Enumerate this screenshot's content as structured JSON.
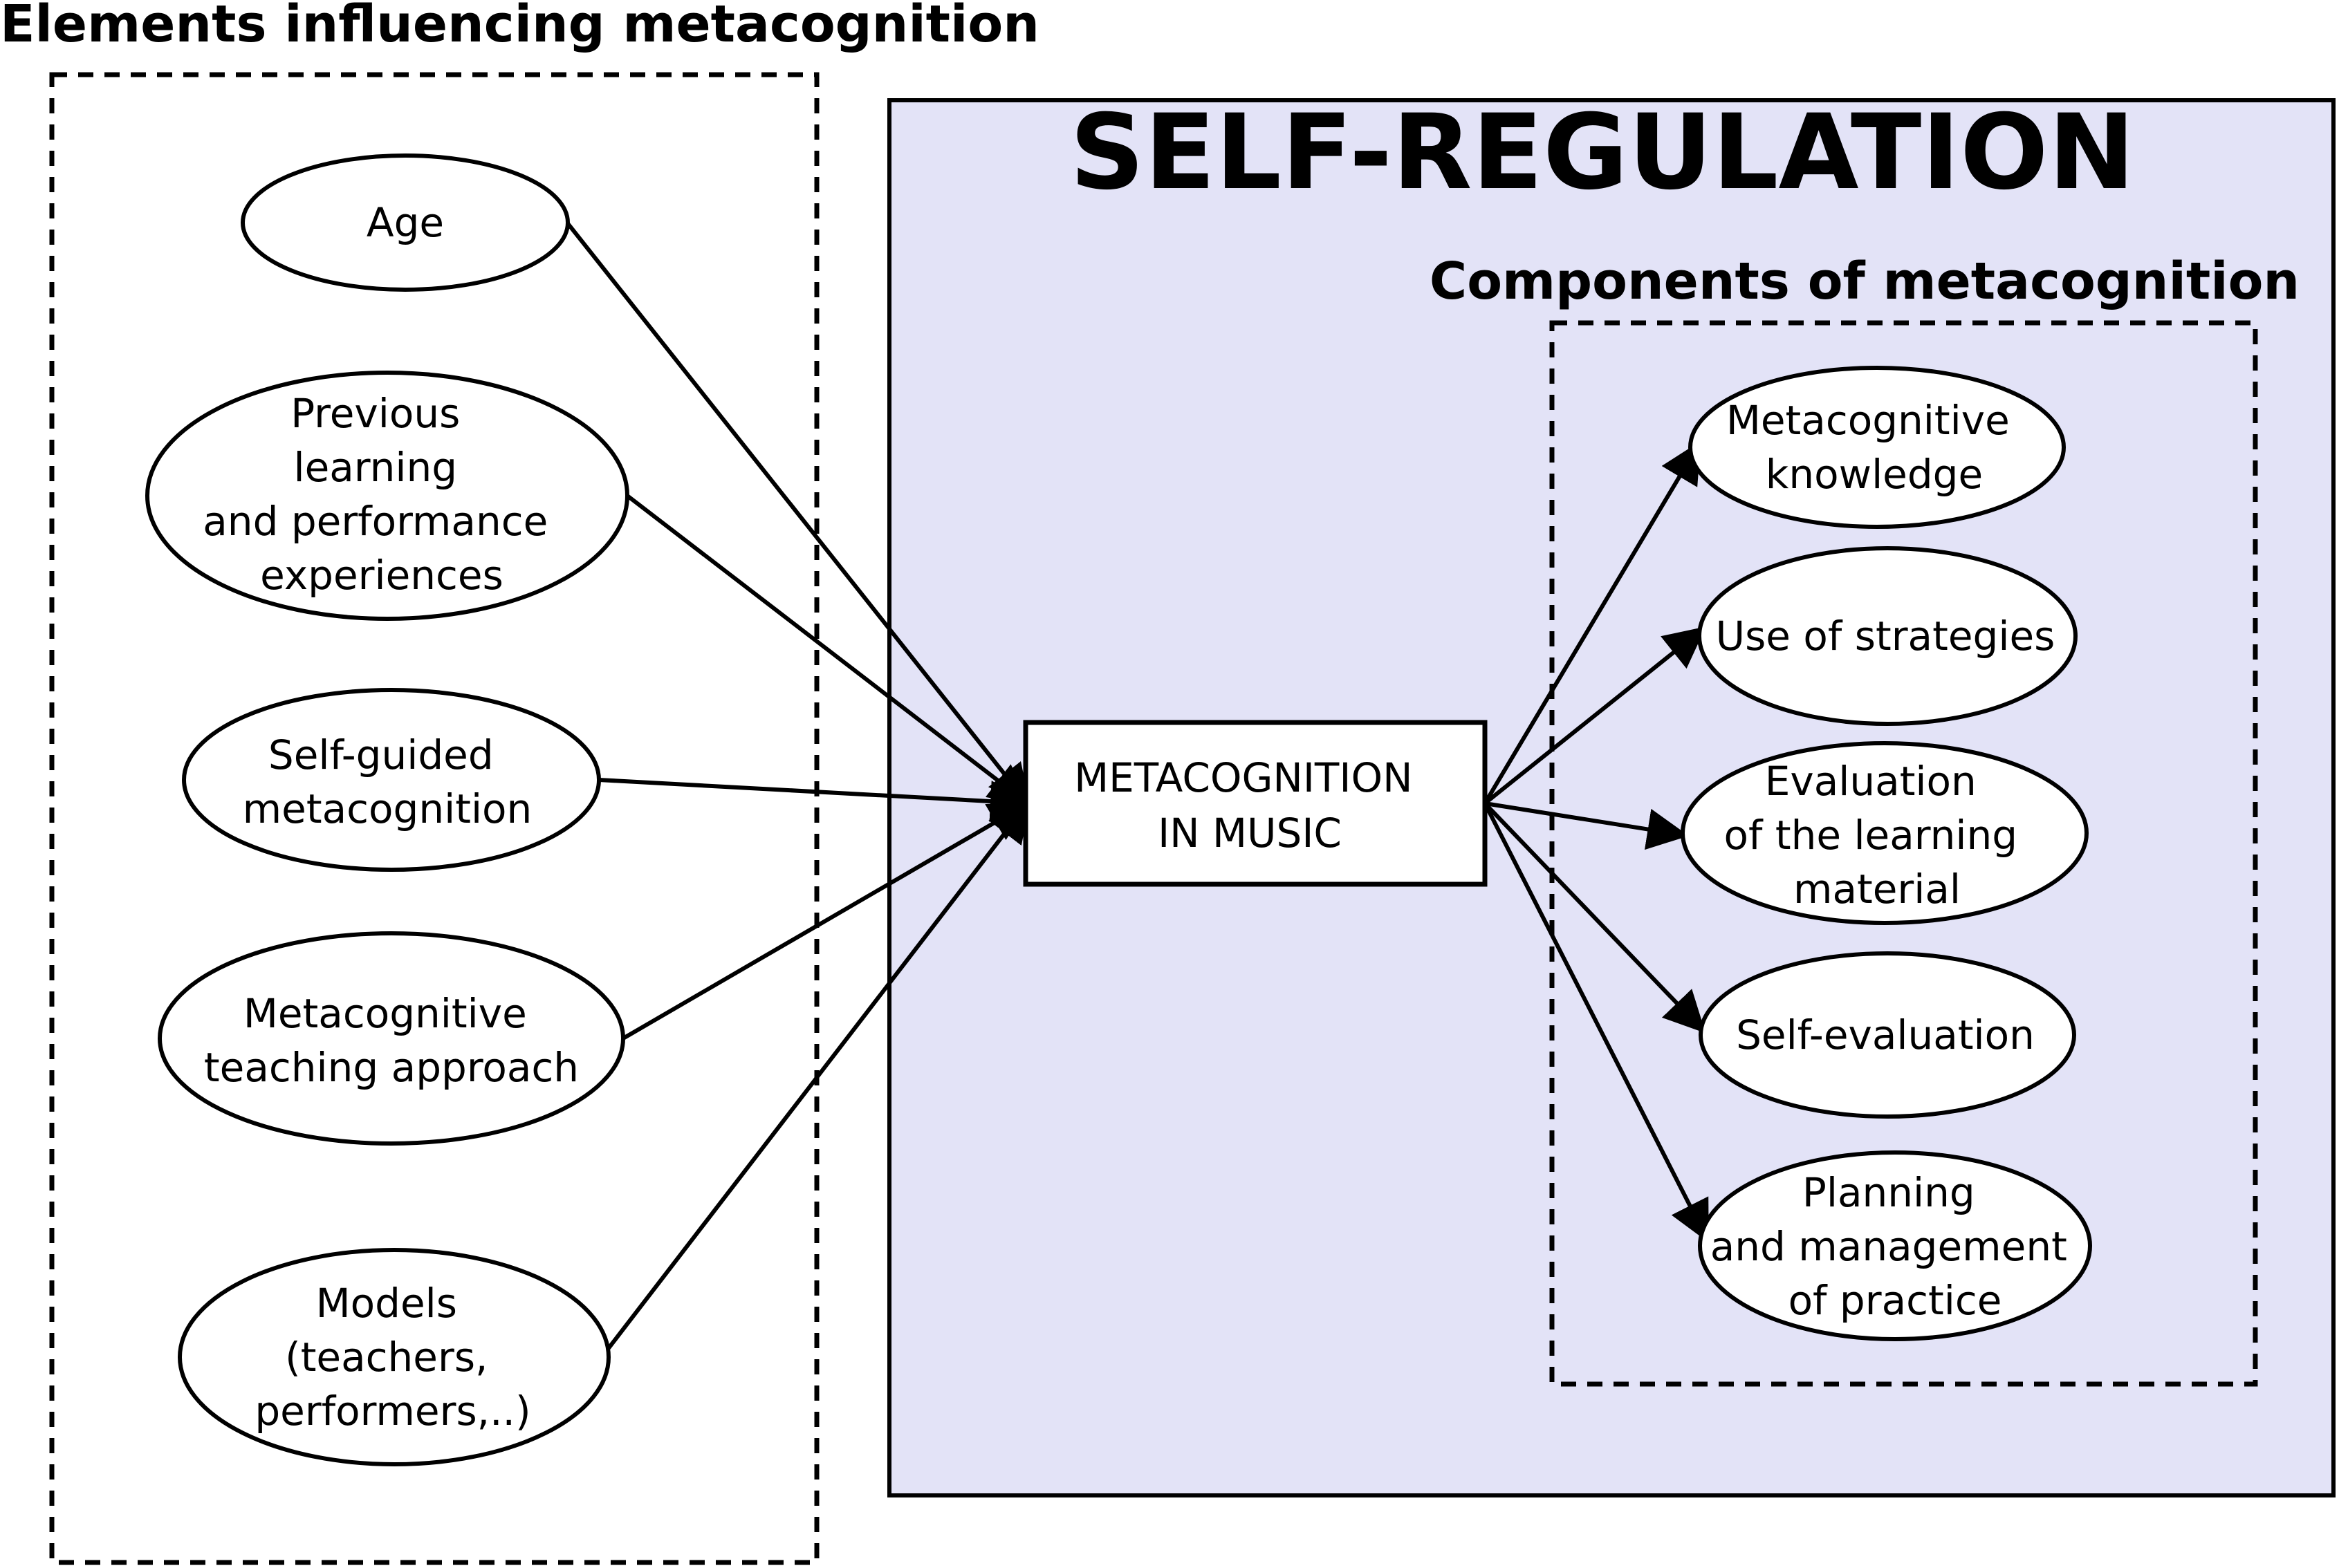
{
  "diagram": {
    "left_heading": "Elements influencing metacognition",
    "main_title": "SELF-REGULATION",
    "right_heading": "Components of metacognition",
    "region_fill": "#e3e3f7",
    "center": {
      "lines": [
        "METACOGNITION",
        "IN MUSIC"
      ]
    },
    "influences": [
      {
        "id": "age",
        "lines": [
          "Age"
        ]
      },
      {
        "id": "previous-learning",
        "lines": [
          "Previous",
          "learning",
          "and performance",
          "experiences"
        ]
      },
      {
        "id": "self-guided",
        "lines": [
          "Self-guided",
          "metacognition"
        ]
      },
      {
        "id": "teaching-approach",
        "lines": [
          "Metacognitive",
          "teaching approach"
        ]
      },
      {
        "id": "models",
        "lines": [
          "Models",
          "(teachers,",
          "performers,..)"
        ]
      }
    ],
    "components": [
      {
        "id": "metacognitive-knowledge",
        "lines": [
          "Metacognitive",
          "knowledge"
        ]
      },
      {
        "id": "use-of-strategies",
        "lines": [
          "Use of strategies"
        ]
      },
      {
        "id": "evaluation-material",
        "lines": [
          "Evaluation",
          "of the learning",
          "material"
        ]
      },
      {
        "id": "self-evaluation",
        "lines": [
          "Self-evaluation"
        ]
      },
      {
        "id": "planning",
        "lines": [
          "Planning",
          "and management",
          "of practice"
        ]
      }
    ],
    "edges": [
      {
        "from": "age",
        "to": "center"
      },
      {
        "from": "previous-learning",
        "to": "center"
      },
      {
        "from": "self-guided",
        "to": "center"
      },
      {
        "from": "teaching-approach",
        "to": "center"
      },
      {
        "from": "models",
        "to": "center"
      },
      {
        "from": "center",
        "to": "metacognitive-knowledge",
        "arrow": true
      },
      {
        "from": "center",
        "to": "use-of-strategies",
        "arrow": true
      },
      {
        "from": "center",
        "to": "evaluation-material",
        "arrow": true
      },
      {
        "from": "center",
        "to": "self-evaluation",
        "arrow": true
      },
      {
        "from": "center",
        "to": "planning",
        "arrow": true
      }
    ]
  }
}
